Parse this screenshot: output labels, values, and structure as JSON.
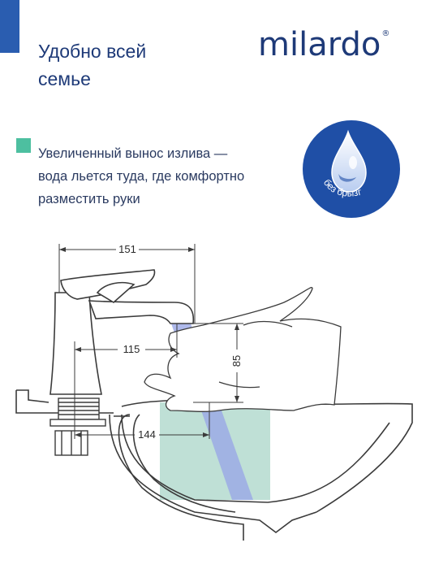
{
  "headline": {
    "line1": "Удобно всей",
    "line2": "семье"
  },
  "brand": {
    "name": "milardo",
    "reg": "®"
  },
  "feature": {
    "line1": "Увеличенный вынос излива —",
    "line2": "вода льется туда, где комфортно",
    "line3": "разместить руки"
  },
  "badge": {
    "text": "без брызг"
  },
  "dimensions": {
    "reach": "151",
    "spout_offset": "115",
    "height": "85",
    "to_hole": "144"
  },
  "colors": {
    "accent_blue": "#2a5db0",
    "text_navy": "#1e3a78",
    "mint": "#4dbfa0",
    "water": "#9aa7e6",
    "basin_fill": "#bfe0d6"
  }
}
